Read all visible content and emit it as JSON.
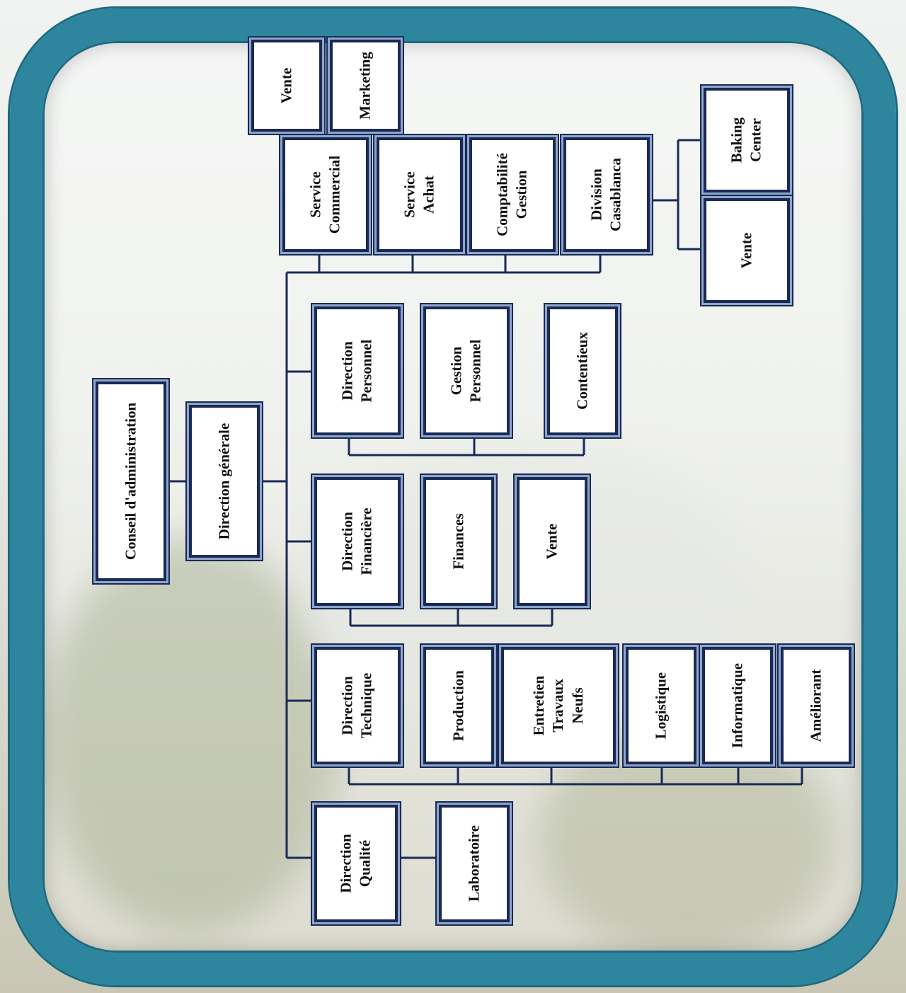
{
  "colors": {
    "frame": "#2d869e",
    "box_border": "#1a2a57",
    "connector": "#1a2a57"
  },
  "nodes": {
    "conseil": "Conseil d'administration",
    "direction_generale": "Direction générale",
    "direction_qualite": "Direction\nQualité",
    "laboratoire": "Laboratoire",
    "direction_technique": "Direction\nTechnique",
    "production": "Production",
    "entretien": "Entretien\nTravaux\nNeufs",
    "logistique": "Logistique",
    "informatique": "Informatique",
    "ameliorant": "Améliorant",
    "direction_financiere": "Direction\nFinancière",
    "finances": "Finances",
    "vente_fin": "Vente",
    "direction_personnel": "Direction\nPersonnel",
    "gestion_personnel": "Gestion\nPersonnel",
    "contentieux": "Contentieux",
    "service_commercial": "Service\nCommercial",
    "service_achat": "Service\nAchat",
    "comptabilite": "Comptabilité\nGestion",
    "division_casablanca": "Division\nCasablanca",
    "vente_top": "Vente",
    "marketing": "Marketing",
    "baking_center": "Baking\nCenter",
    "vente_casa": "Vente"
  }
}
